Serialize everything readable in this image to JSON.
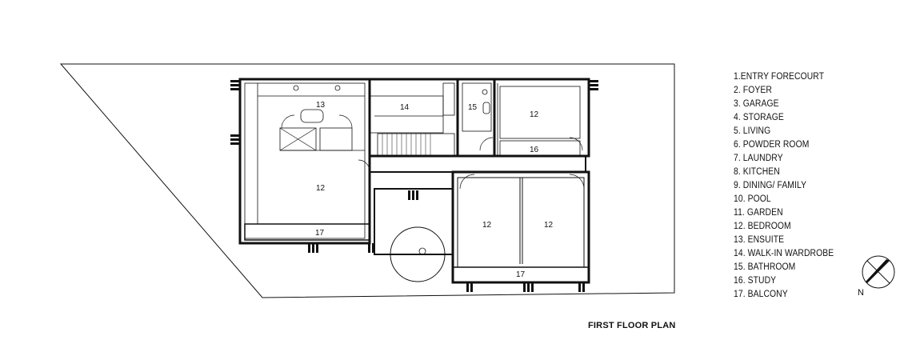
{
  "drawing_title": "FIRST FLOOR PLAN",
  "north_label": "N",
  "legend": [
    "1.ENTRY FORECOURT",
    "2. FOYER",
    "3. GARAGE",
    "4. STORAGE",
    "5. LIVING",
    "6. POWDER ROOM",
    "7. LAUNDRY",
    "8. KITCHEN",
    "9. DINING/ FAMILY",
    "10. POOL",
    "11. GARDEN",
    "12. BEDROOM",
    "13. ENSUITE",
    "14. WALK-IN WARDROBE",
    "15. BATHROOM",
    "16. STUDY",
    "17. BALCONY"
  ],
  "room_labels": {
    "ensuite": "13",
    "wardrobe": "14",
    "bathroom": "15",
    "bedroom_ne": "12",
    "study": "16",
    "bedroom_w": "12",
    "bedroom_s1": "12",
    "bedroom_s2": "12",
    "balcony_w": "17",
    "balcony_s": "17"
  }
}
